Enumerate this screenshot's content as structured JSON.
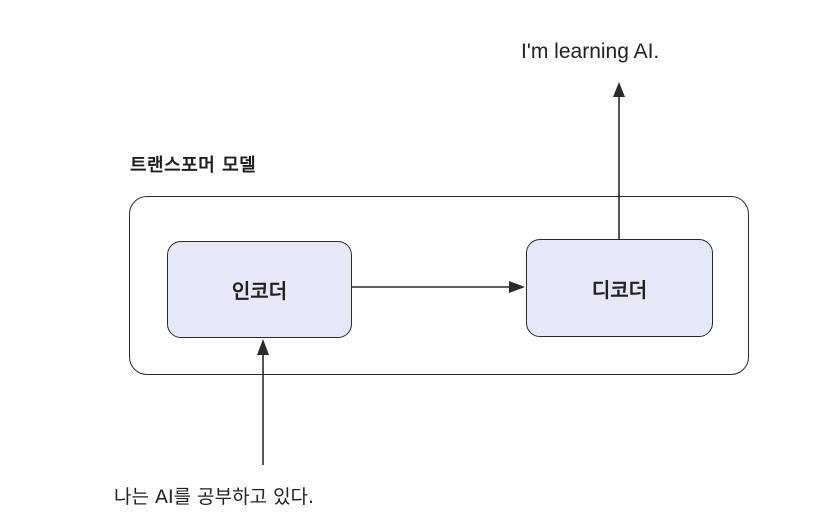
{
  "diagram": {
    "output_text": "I'm learning AI.",
    "model_title": "트랜스포머 모델",
    "encoder_label": "인코더",
    "decoder_label": "디코더",
    "input_text": "나는 AI를 공부하고 있다."
  },
  "colors": {
    "block_fill": "#e6e7f7",
    "line": "#2a2a2a",
    "text": "#222222"
  }
}
